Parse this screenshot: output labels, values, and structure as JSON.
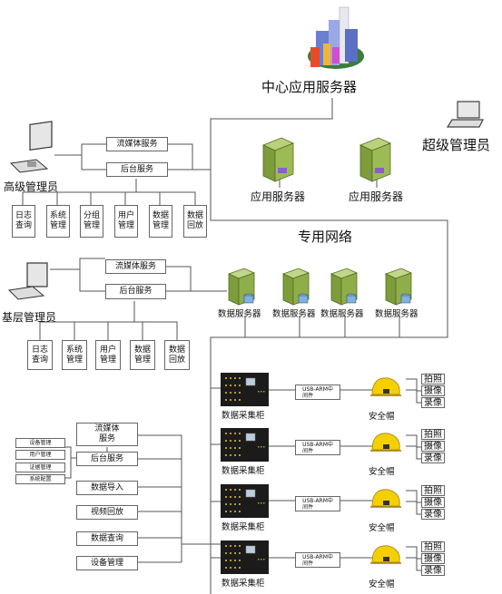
{
  "top": {
    "center_server": "中心应用服务器",
    "super_admin": "超级管理员",
    "app_servers": [
      "应用服务器",
      "应用服务器"
    ],
    "network": "专用网络"
  },
  "senior": {
    "title": "高级管理员",
    "services": [
      "流媒体服务",
      "后台服务"
    ],
    "modules": [
      "日志\n查询",
      "系统\n管理",
      "分组\n管理",
      "用户\n管理",
      "数据\n管理",
      "数据\n回放"
    ]
  },
  "base": {
    "title": "基层管理员",
    "services": [
      "流媒体服务",
      "后台服务"
    ],
    "modules": [
      "日志\n查询",
      "系统\n管理",
      "用户\n管理",
      "数据\n管理",
      "数据\n回放"
    ]
  },
  "data_servers": [
    "数据服务器",
    "数据服务器",
    "数据服务器",
    "数据服务器"
  ],
  "client": {
    "left_items": [
      "设备管理",
      "用户管理",
      "证据管理",
      "系统配置"
    ],
    "services": [
      "流媒体\n服务",
      "后台服务",
      "数据导入",
      "视频回放",
      "数据查询",
      "设备管理"
    ]
  },
  "collection_rows": [
    {
      "cabinet": "数据采集柜",
      "usb": "USB-ARM中\n间件",
      "helmet": "安全帽",
      "actions": [
        "拍照",
        "摄像",
        "录像"
      ]
    },
    {
      "cabinet": "数据采集柜",
      "usb": "USB-ARM中\n间件",
      "helmet": "安全帽",
      "actions": [
        "拍照",
        "摄像",
        "录像"
      ]
    },
    {
      "cabinet": "数据采集柜",
      "usb": "USB-ARM中\n间件",
      "helmet": "安全帽",
      "actions": [
        "拍照",
        "摄像",
        "录像"
      ]
    },
    {
      "cabinet": "数据采集柜",
      "usb": "USB-ARM中\n间件",
      "helmet": "安全帽",
      "actions": [
        "拍照",
        "摄像",
        "录像"
      ]
    }
  ],
  "colors": {
    "server_green": "#8fae4a",
    "helmet_yellow": "#f5d000",
    "line": "#555555"
  }
}
